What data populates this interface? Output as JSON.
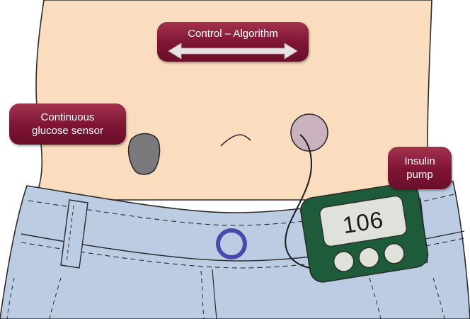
{
  "labels": {
    "control": "Control – Algorithm",
    "cgm_line1": "Continuous",
    "cgm_line2": "glucose sensor",
    "pump_line1": "Insulin",
    "pump_line2": "pump"
  },
  "pump": {
    "reading": "106",
    "button_count": 3
  },
  "colors": {
    "skin": "#f9ddbe",
    "jeans": "#bccde3",
    "label_bg": "#7d1433",
    "pump_body": "#1d5b3a",
    "pump_screen": "#dfe2da",
    "sensor": "#7a7a7c",
    "infusion_site": "#c9b2be",
    "button_ring": "#4a4aa8"
  },
  "icons": {
    "arrow": "double-headed-arrow-icon",
    "sensor": "glucose-sensor-icon",
    "infusion_site": "infusion-site-icon",
    "pump": "insulin-pump-icon"
  }
}
